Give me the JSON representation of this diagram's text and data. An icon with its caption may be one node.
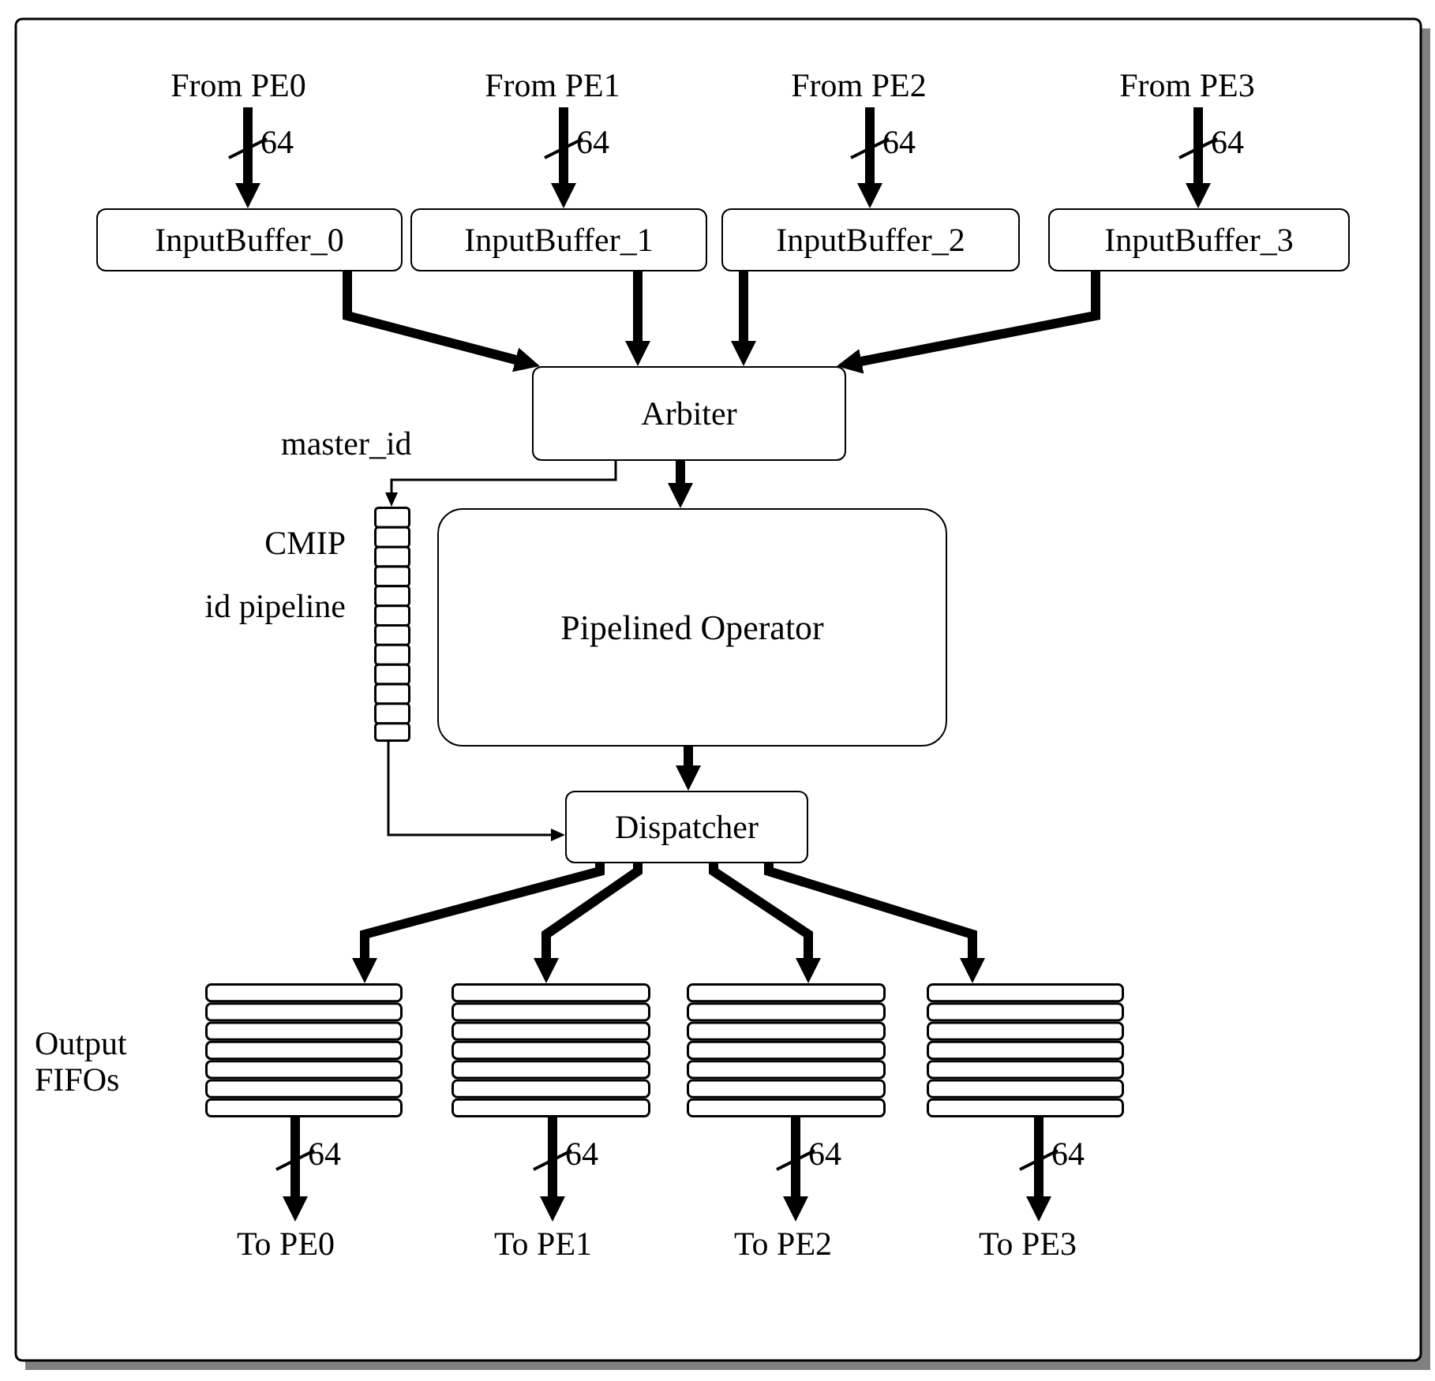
{
  "diagram": {
    "nodes": [
      {
        "text": [
          "From PE0"
        ]
      },
      {
        "text": [
          "From PE1"
        ]
      },
      {
        "text": [
          "From PE2"
        ]
      },
      {
        "text": [
          "From PE3"
        ]
      },
      {
        "text": [
          "InputBuffer_0"
        ]
      },
      {
        "text": [
          "InputBuffer_1"
        ]
      },
      {
        "text": [
          "InputBuffer_2"
        ]
      },
      {
        "text": [
          "InputBuffer_3"
        ]
      },
      {
        "text": [
          "Arbiter"
        ]
      },
      {
        "text": [
          "Pipelined Operator"
        ]
      },
      {
        "text": [],
        "shape": "bar",
        "beside": [
          "CMIP",
          "id pipeline"
        ]
      },
      {
        "text": [
          "Dispatcher"
        ]
      },
      {
        "text": [],
        "shape": "box"
      },
      {
        "text": [],
        "shape": "box"
      },
      {
        "text": [],
        "shape": "box"
      },
      {
        "text": [],
        "shape": "box"
      },
      {
        "text": [
          "To PE0"
        ]
      },
      {
        "text": [
          "To PE1"
        ]
      },
      {
        "text": [
          "To PE2"
        ]
      },
      {
        "text": [
          "To PE3"
        ]
      }
    ],
    "edges": [
      {
        "from": 0,
        "to": 4,
        "arrow": "to",
        "label": "64"
      },
      {
        "from": 1,
        "to": 5,
        "arrow": "to",
        "label": "64"
      },
      {
        "from": 2,
        "to": 6,
        "arrow": "to",
        "label": "64"
      },
      {
        "from": 3,
        "to": 7,
        "arrow": "to",
        "label": "64"
      },
      {
        "from": 4,
        "to": 8,
        "arrow": "to"
      },
      {
        "from": 5,
        "to": 8,
        "arrow": "to"
      },
      {
        "from": 6,
        "to": 8,
        "arrow": "to"
      },
      {
        "from": 7,
        "to": 8,
        "arrow": "to"
      },
      {
        "from": 8,
        "to": 9,
        "arrow": "to"
      },
      {
        "from": 8,
        "to": 10,
        "arrow": "to",
        "label": "master_id"
      },
      {
        "from": 9,
        "to": 11,
        "arrow": "to"
      },
      {
        "from": 10,
        "to": 11,
        "arrow": "to"
      },
      {
        "from": 11,
        "to": 12,
        "arrow": "to"
      },
      {
        "from": 11,
        "to": 13,
        "arrow": "to"
      },
      {
        "from": 11,
        "to": 14,
        "arrow": "to"
      },
      {
        "from": 11,
        "to": 15,
        "arrow": "to"
      },
      {
        "from": 12,
        "to": 16,
        "arrow": "to",
        "label": "64"
      },
      {
        "from": 13,
        "to": 17,
        "arrow": "to",
        "label": "64"
      },
      {
        "from": 14,
        "to": 18,
        "arrow": "to",
        "label": "64"
      },
      {
        "from": 15,
        "to": 19,
        "arrow": "to",
        "label": "64"
      }
    ],
    "labels": [
      "Output FIFOs"
    ]
  }
}
